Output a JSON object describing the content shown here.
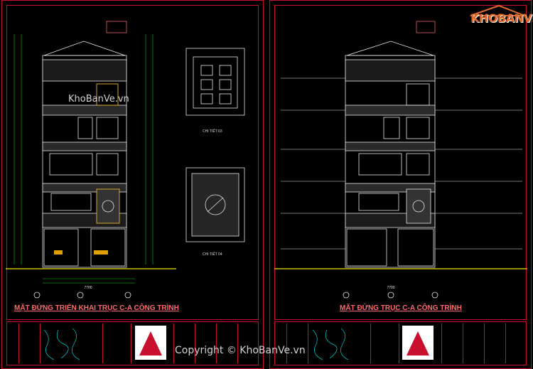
{
  "sheets": [
    {
      "title": "MẶT ĐỨNG TRIỂN KHAI TRỤC C-A CÔNG TRÌNH"
    },
    {
      "title": "MẶT ĐỨNG TRỤC C-A CÔNG TRÌNH"
    }
  ],
  "details": {
    "detail_03": "CHI TIẾT 03",
    "detail_04": "CHI TIẾT 04"
  },
  "watermarks": {
    "center": "KhoBanVe.vn",
    "footer": "Copyright © KhoBanVe.vn"
  },
  "logo": {
    "text": "KHOBANVE"
  },
  "dimensions": {
    "d1": "7700",
    "d2": "7700"
  },
  "colors": {
    "frame": "#c8102e",
    "drawing": "#e6e6e6",
    "dim": "#00d000",
    "ground": "#f0e000",
    "title": "#ff6a6a"
  }
}
